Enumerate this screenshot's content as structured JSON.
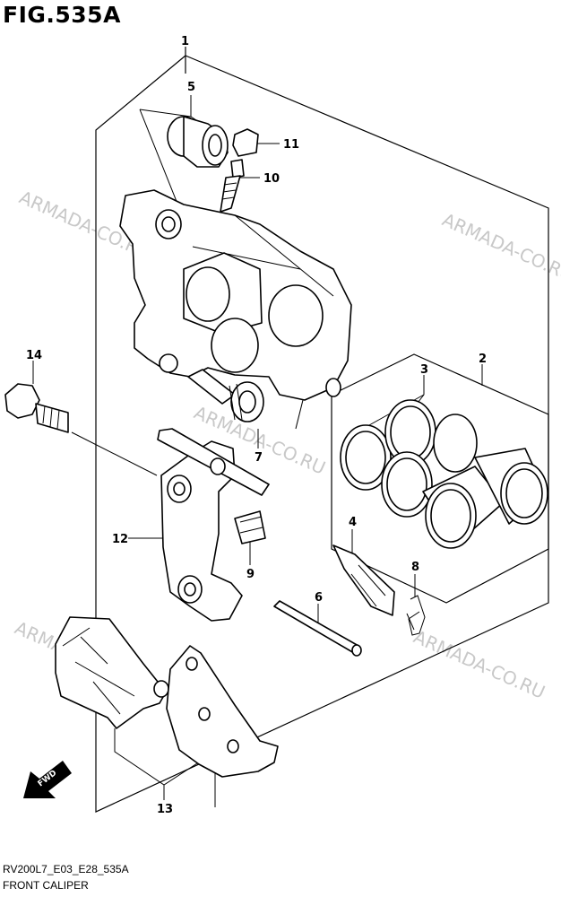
{
  "figure": {
    "title": "FIG.535A",
    "drawing_code": "RV200L7_E03_E28_535A",
    "name": "FRONT CALIPER"
  },
  "watermark": "ARMADA-CO.RU",
  "fwd_label": "FWD",
  "callouts": [
    "1",
    "2",
    "3",
    "4",
    "5",
    "6",
    "7",
    "8",
    "9",
    "10",
    "11",
    "12",
    "13",
    "14"
  ],
  "colors": {
    "line": "#000000",
    "watermark": "#c8c8c8",
    "background": "#ffffff"
  }
}
